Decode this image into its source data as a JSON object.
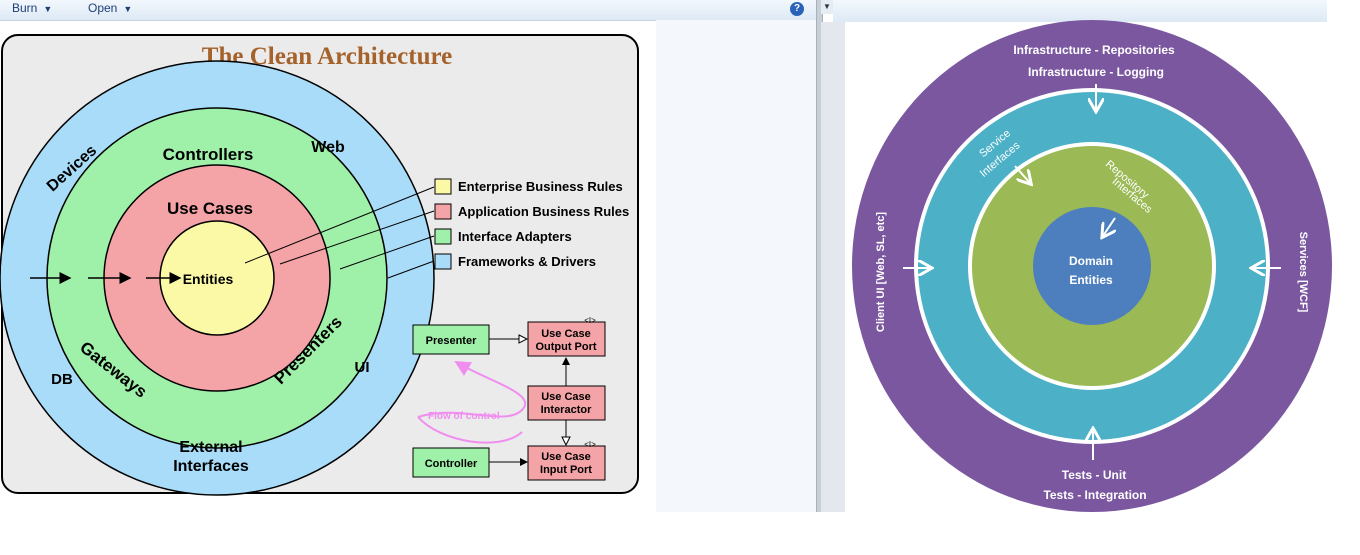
{
  "toolbar": {
    "burn_label": "Burn",
    "open_label": "Open",
    "help_glyph": "?"
  },
  "clean": {
    "title": "The Clean Architecture",
    "devices": "Devices",
    "web": "Web",
    "controllers": "Controllers",
    "use_cases": "Use Cases",
    "entities": "Entities",
    "gateways": "Gateways",
    "presenters": "Presenters",
    "db": "DB",
    "ui": "UI",
    "external_1": "External",
    "external_2": "Interfaces",
    "legend": [
      {
        "label": "Enterprise Business Rules",
        "color": "#fbf8a6"
      },
      {
        "label": "Application Business Rules",
        "color": "#f4a3a6"
      },
      {
        "label": "Interface Adapters",
        "color": "#9ff0a8"
      },
      {
        "label": "Frameworks & Drivers",
        "color": "#a8dcf8"
      }
    ],
    "flow": {
      "presenter": "Presenter",
      "output_port_1": "Use Case",
      "output_port_2": "Output Port",
      "interactor_1": "Use Case",
      "interactor_2": "Interactor",
      "input_port_1": "Use Case",
      "input_port_2": "Input Port",
      "controller": "Controller",
      "flow_label": "Flow of control",
      "interface_marker": "<I>"
    }
  },
  "onion": {
    "infra_repos": "Infrastructure - Repositories",
    "infra_logging": "Infrastructure - Logging",
    "service_1": "Service",
    "service_2": "Interfaces",
    "repository_1": "Repository",
    "repository_2": "Interfaces",
    "domain_1": "Domain",
    "domain_2": "Entities",
    "client_ui": "Client UI [Web, SL, etc]",
    "services_wcf": "Services [WCF]",
    "tests_unit": "Tests - Unit",
    "tests_integration": "Tests - Integration"
  }
}
